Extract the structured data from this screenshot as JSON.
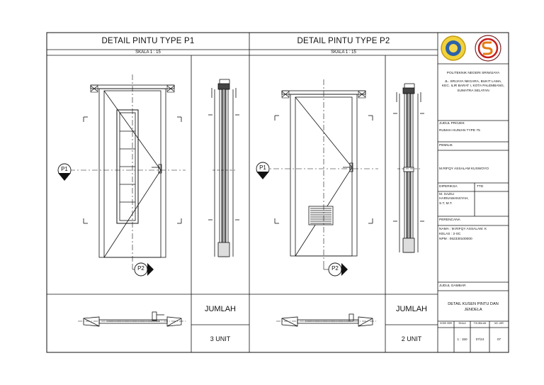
{
  "sheet": {
    "title_p1": "DETAIL PINTU TYPE P1",
    "title_p2": "DETAIL PINTU TYPE P2",
    "scale_p1": "SKALA 1 : 15",
    "scale_p2": "SKALA 1 : 15",
    "jumlah_label_p1": "JUMLAH",
    "jumlah_label_p2": "JUMLAH",
    "jumlah_value_p1": "3 UNIT",
    "jumlah_value_p2": "2 UNIT",
    "section_tag_p1_a": "P1",
    "section_tag_p1_b": "P2",
    "section_tag_p2_a": "P1",
    "section_tag_p2_b": "P2"
  },
  "title_block": {
    "institution": "POLITEKNIK NEGERI SRIWIJAYA",
    "address": "JL. SRIJAYA NEGARA, BUKIT LAMA, KEC. ILIR BARAT I, KOTA PALEMBANG, SUMATRA SELATAN",
    "judul_projek_label": "JUDUL PROJEK",
    "judul_projek_value": "RUMAH HUNIAN TYPE 75",
    "pemilik_label": "PEMILIK",
    "pemilik_value": "M.RIFQY ASSALAM KUSWOYO",
    "diperiksa_label": "DIPERIKSA",
    "ttd_label": "TTD",
    "diperiksa_value": "M. SAZILI HARNAWANSYAH, S.T, M.T.",
    "perencana_label": "PERENCANA",
    "perencana_nama": "NAMA : M.RIFQY ASSALAM. K",
    "perencana_kelas": "KELAS : 2-SC",
    "perencana_npm": "NPM : 062330100000",
    "judul_gambar_label": "JUDUL GAMBAR",
    "judul_gambar_value": "DETAIL KUSEN PINTU DAN JENDELA",
    "col_kode": "KODE GBR",
    "col_skala": "SKALA",
    "col_tanggal": "TGL/BULAN",
    "col_no": "NO. LBR",
    "val_skala": "1 : 150",
    "val_tanggal": "07/24",
    "val_no": "07"
  }
}
